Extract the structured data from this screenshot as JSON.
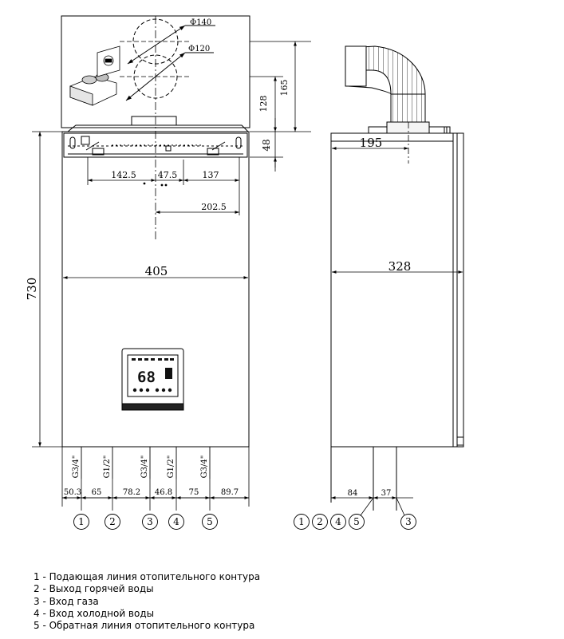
{
  "dimensions": {
    "phi140": "Φ140",
    "phi120": "Φ120",
    "d128": "128",
    "d165": "165",
    "d48": "48",
    "d142_5": "142.5",
    "d47_5": "47.5",
    "d137": "137",
    "d202_5": "202.5",
    "d405": "405",
    "d730": "730",
    "d195": "195",
    "d328": "328",
    "b50_3": "50.3",
    "b65": "65",
    "b78_2": "78.2",
    "b46_8": "46.8",
    "b75": "75",
    "b89_7": "89.7",
    "s84": "84",
    "s37": "37"
  },
  "pipes": {
    "p1": "G3/4\"",
    "p2": "G1/2\"",
    "p3": "G3/4\"",
    "p4": "G1/2\"",
    "p5": "G3/4\""
  },
  "connections": {
    "c1": "1",
    "c2": "2",
    "c3": "3",
    "c4": "4",
    "c5": "5"
  },
  "display": {
    "digits": "68"
  },
  "legend": [
    "1 - Подающая линия отопительного контура",
    "2 - Выход горячей воды",
    "3 - Вход газа",
    "4 - Вход холодной воды",
    "5 - Обратная линия отопительного контура"
  ]
}
